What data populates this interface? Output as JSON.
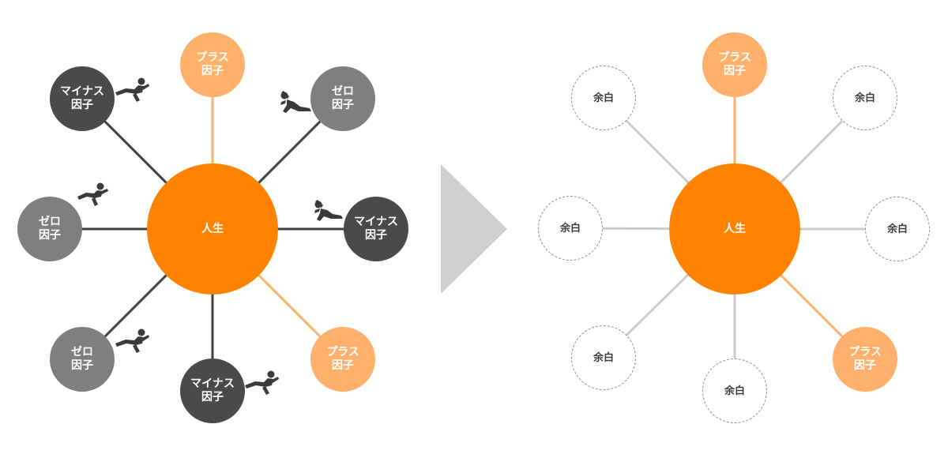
{
  "colors": {
    "orange": "#ff8200",
    "orange_light": "#ffb06a",
    "dark": "#4a4a4a",
    "gray": "#7f7f7f",
    "link_dark": "#3f3f3f",
    "link_light": "#cccccc",
    "arrow": "#cfcfcf",
    "figure": "#3a3a3a"
  },
  "left": {
    "center": {
      "l1": "人生"
    },
    "plus_top": {
      "l1": "プラス",
      "l2": "因子"
    },
    "zero_top_right": {
      "l1": "ゼロ",
      "l2": "因子"
    },
    "minus_right": {
      "l1": "マイナス",
      "l2": "因子"
    },
    "plus_bottom_right": {
      "l1": "プラス",
      "l2": "因子"
    },
    "minus_bottom": {
      "l1": "マイナス",
      "l2": "因子"
    },
    "zero_bottom_left": {
      "l1": "ゼロ",
      "l2": "因子"
    },
    "zero_left": {
      "l1": "ゼロ",
      "l2": "因子"
    },
    "minus_top_left": {
      "l1": "マイナス",
      "l2": "因子"
    }
  },
  "right": {
    "center": {
      "l1": "人生"
    },
    "plus_top": {
      "l1": "プラス",
      "l2": "因子"
    },
    "blank_top_right": {
      "l1": "余白"
    },
    "blank_right": {
      "l1": "余白"
    },
    "plus_bottom_right": {
      "l1": "プラス",
      "l2": "因子"
    },
    "blank_bottom": {
      "l1": "余白"
    },
    "blank_bottom_left": {
      "l1": "余白"
    },
    "blank_left": {
      "l1": "余白"
    },
    "blank_top_left": {
      "l1": "余白"
    }
  },
  "figures": [
    "kick-figure-icon",
    "kick-figure-icon",
    "kick-figure-icon",
    "kick-figure-icon",
    "kick-figure-icon",
    "kick-figure-icon"
  ]
}
